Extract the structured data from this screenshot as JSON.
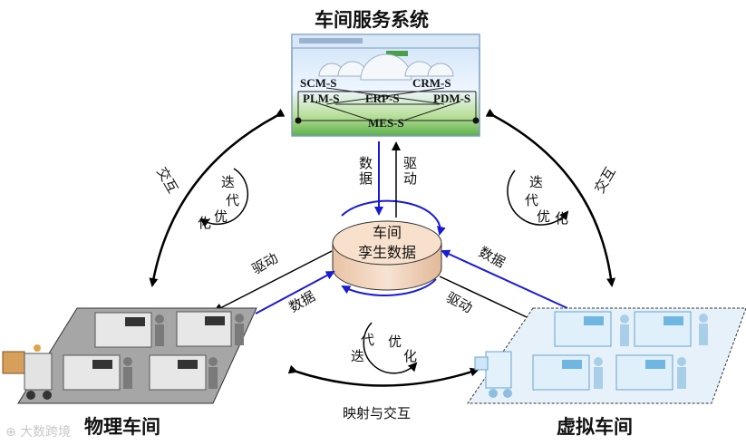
{
  "titles": {
    "service": "车间服务系统",
    "physical": "物理车间",
    "virtual": "虚拟车间"
  },
  "center": {
    "line1": "车间",
    "line2": "孪生数据"
  },
  "service_nodes": {
    "scm": "SCM-S",
    "crm": "CRM-S",
    "plm": "PLM-S",
    "erp": "ERP-S",
    "pdm": "PDM-S",
    "mes": "MES-S"
  },
  "labels": {
    "data": "数据",
    "drive": "驱动",
    "interact": "交互",
    "mapping": "映射与交互",
    "iter_1": "迭",
    "iter_2": "代",
    "iter_3": "优",
    "iter_4": "化"
  },
  "watermark": "大数跨境",
  "colors": {
    "blue": "#1a1ad6",
    "black": "#000000",
    "cylinder_fill": "#f5ddc8",
    "floor_physical": "#a8a8a8",
    "floor_virtual": "#e6f1fa"
  }
}
